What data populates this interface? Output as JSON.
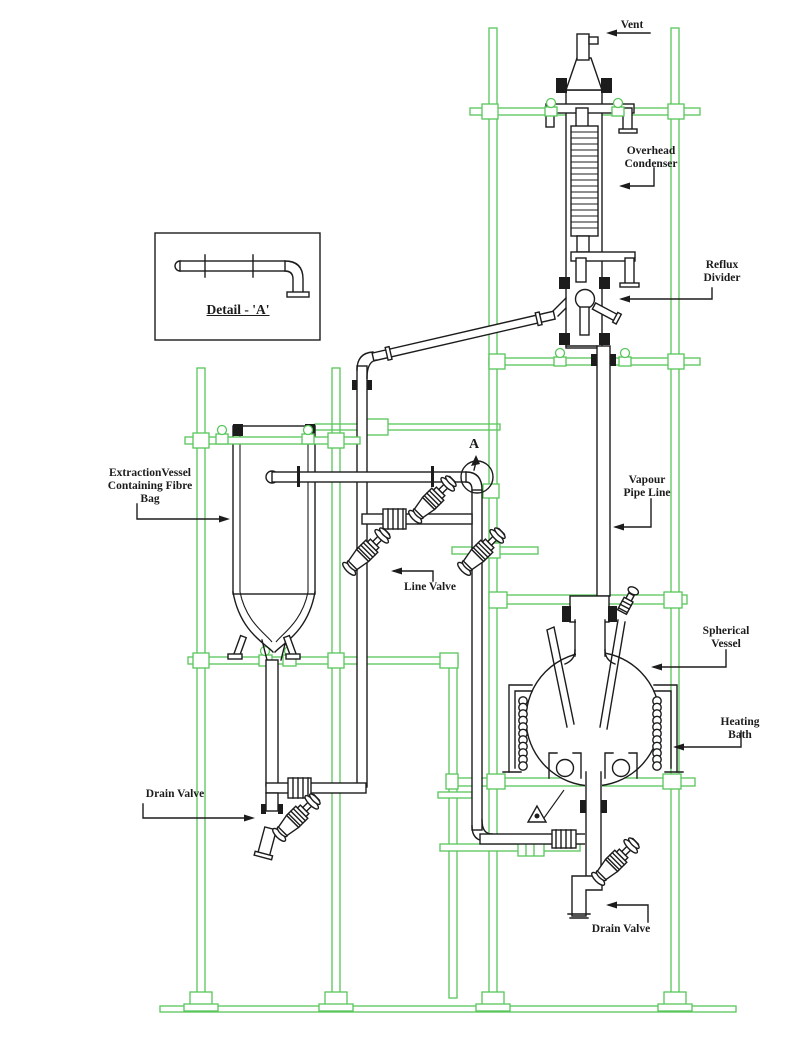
{
  "colors": {
    "frame": "#58c75a",
    "line": "#1c1c1c",
    "background": "#ffffff"
  },
  "diagram": {
    "labels": {
      "vent": "Vent",
      "overhead_condenser": "Overhead\nCondenser",
      "reflux_divider": "Reflux\nDivider",
      "detail_a": "Detail - 'A'",
      "extraction_vessel": "ExtractionVessel\nContaining Fibre\nBag",
      "line_valve": "Line Valve",
      "vapour_pipe_line": "Vapour\nPipe Line",
      "spherical_vessel": "Spherical\nVessel",
      "heating_bath": "Heating Bath",
      "drain_valve_left": "Drain Valve",
      "drain_valve_right": "Drain Valve",
      "detail_marker": "A"
    }
  }
}
